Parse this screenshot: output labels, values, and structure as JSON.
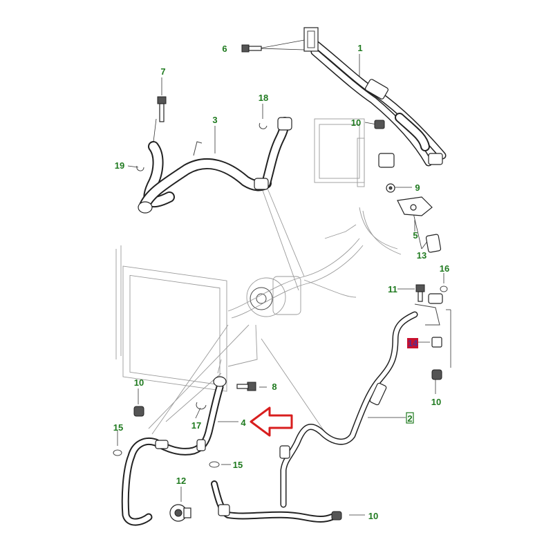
{
  "diagram": {
    "callouts": [
      {
        "id": "c1",
        "text": "1"
      },
      {
        "id": "c2",
        "text": "2"
      },
      {
        "id": "c3",
        "text": "3"
      },
      {
        "id": "c4",
        "text": "4"
      },
      {
        "id": "c5",
        "text": "5"
      },
      {
        "id": "c6",
        "text": "6"
      },
      {
        "id": "c7",
        "text": "7"
      },
      {
        "id": "c8",
        "text": "8"
      },
      {
        "id": "c9",
        "text": "9"
      },
      {
        "id": "c10a",
        "text": "10"
      },
      {
        "id": "c10b",
        "text": "10"
      },
      {
        "id": "c10c",
        "text": "10"
      },
      {
        "id": "c10d",
        "text": "10"
      },
      {
        "id": "c11",
        "text": "11"
      },
      {
        "id": "c12",
        "text": "12"
      },
      {
        "id": "c13",
        "text": "13"
      },
      {
        "id": "c14",
        "text": "14"
      },
      {
        "id": "c15a",
        "text": "15"
      },
      {
        "id": "c15b",
        "text": "15"
      },
      {
        "id": "c16",
        "text": "16"
      },
      {
        "id": "c17",
        "text": "17"
      },
      {
        "id": "c18",
        "text": "18"
      },
      {
        "id": "c19",
        "text": "19"
      }
    ],
    "colors": {
      "callout_text": "#1f7a1f",
      "highlight_box": "#c8102e",
      "arrow": "#d81e1e",
      "line": "#222222"
    }
  }
}
